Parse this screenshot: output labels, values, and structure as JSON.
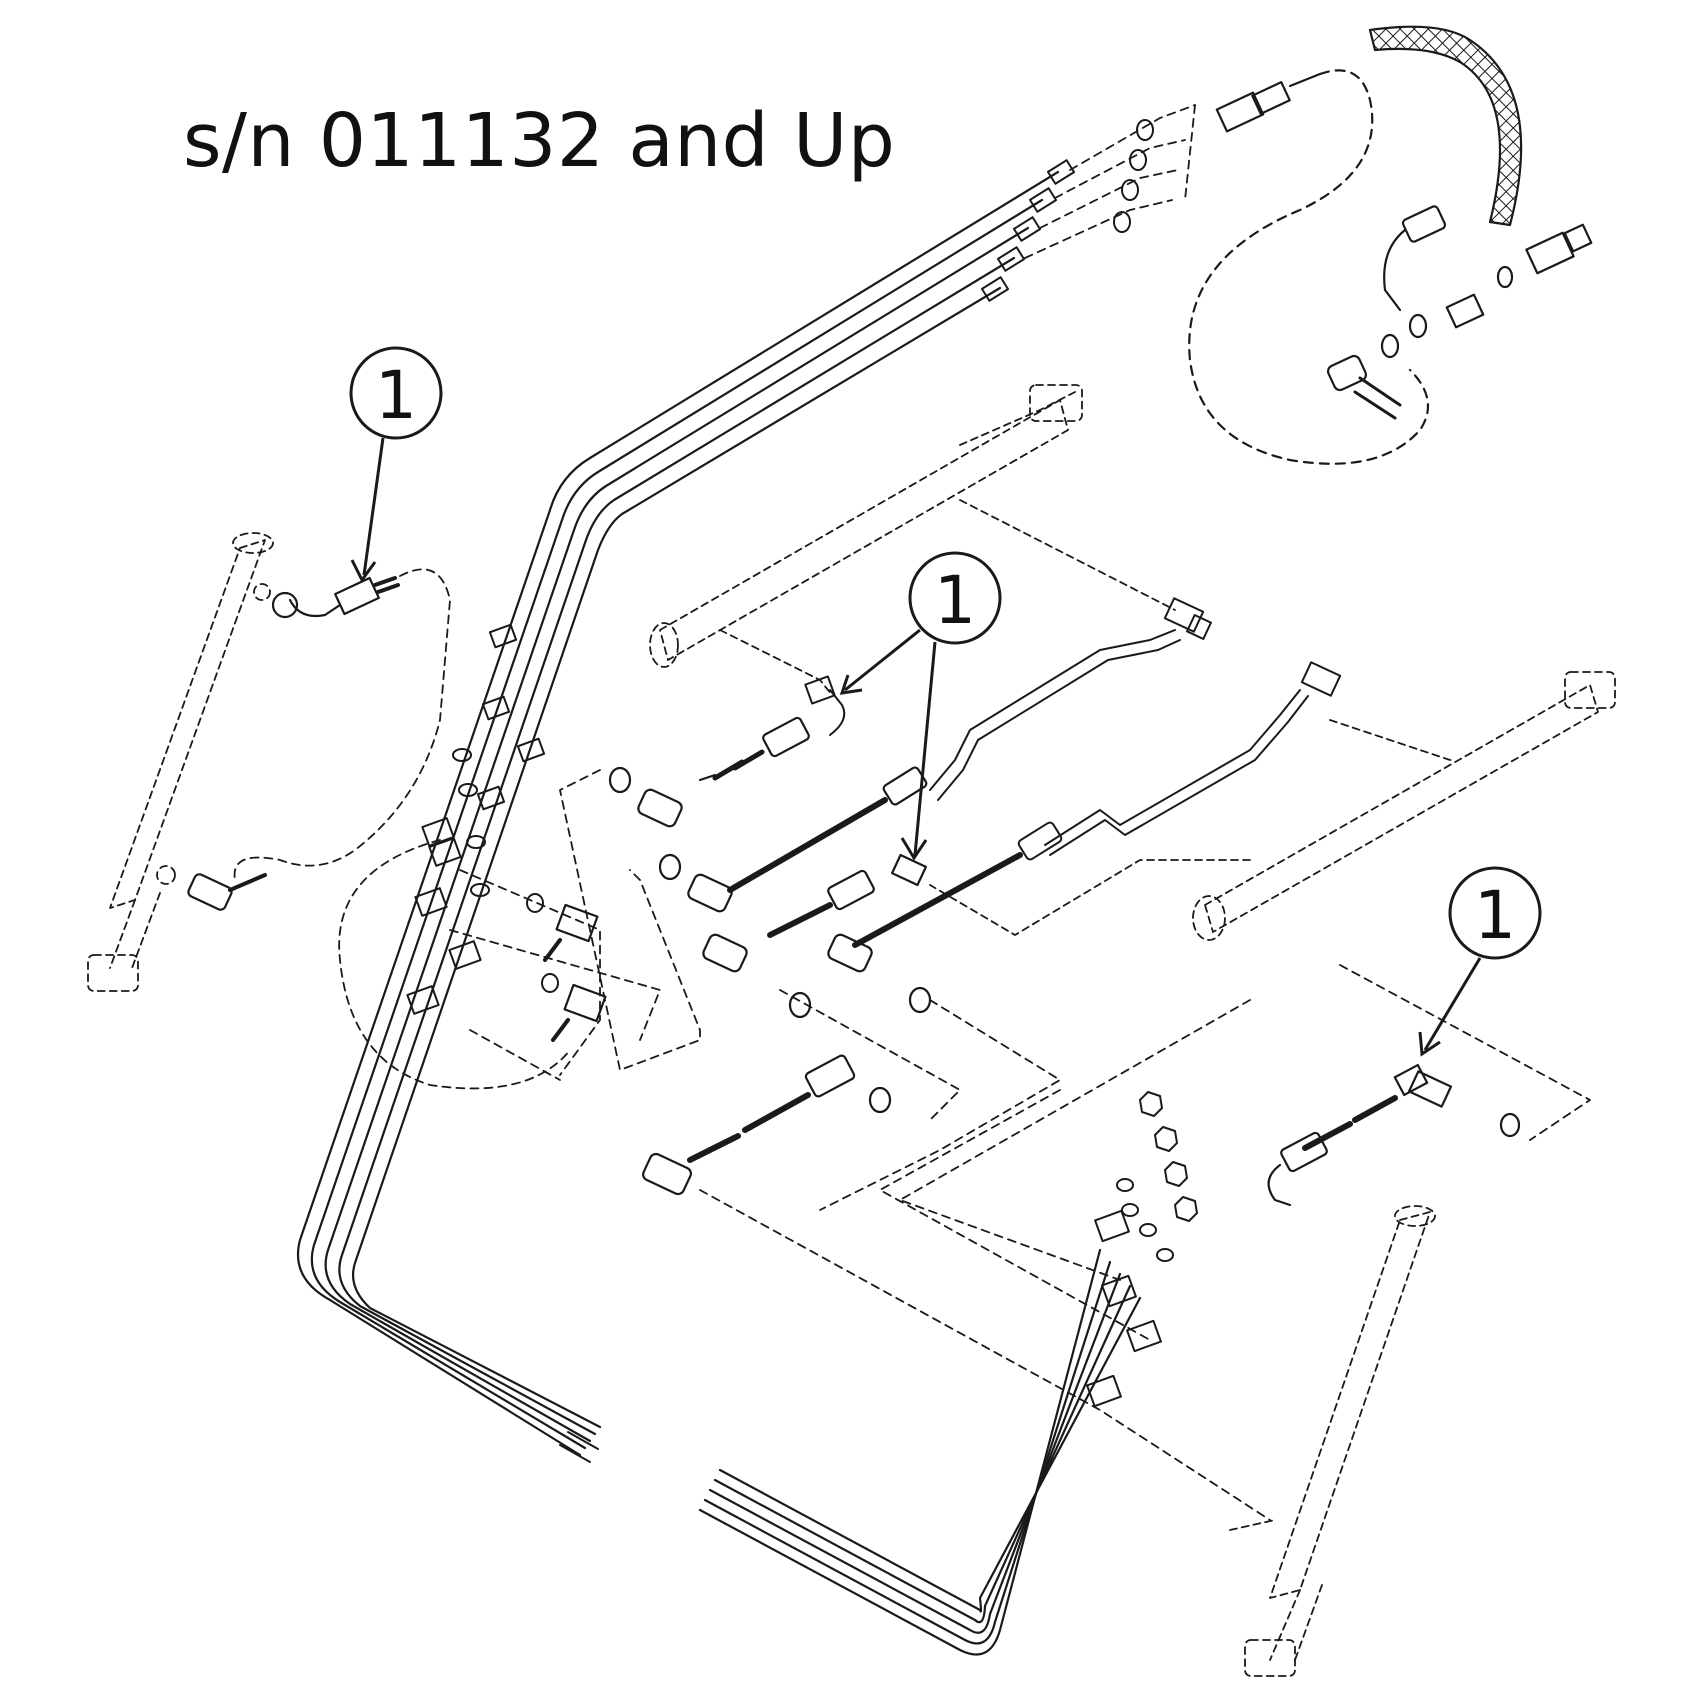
{
  "title": "s/n 011132 and Up",
  "callouts": [
    {
      "label": "1"
    },
    {
      "label": "1"
    },
    {
      "label": "1"
    }
  ],
  "colors": {
    "line": "#1a1a1a",
    "background": "#ffffff"
  }
}
